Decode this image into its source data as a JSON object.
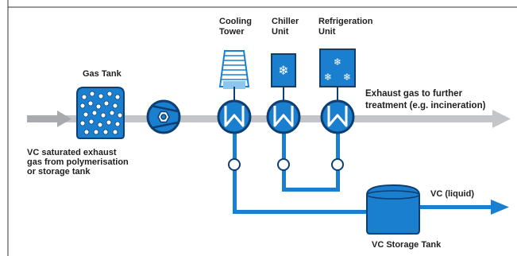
{
  "labels": {
    "gas_tank": "Gas Tank",
    "cooling_tower": "Cooling\nTower",
    "chiller_unit": "Chiller\nUnit",
    "refrigeration_unit": "Refrigeration\nUnit",
    "exhaust_gas": "Exhaust gas to further\ntreatment (e.g. incineration)",
    "vc_inlet": "VC saturated exhaust\ngas from polymerisation\nor storage tank",
    "vc_liquid": "VC (liquid)",
    "vc_storage_tank": "VC Storage Tank"
  },
  "colors": {
    "blue": "#1b7fd0",
    "dark_blue": "#0d3f73",
    "light_blue": "#8cc6ef",
    "gray_pipe": "#c3c5c8",
    "dark_gray_pipe": "#a8aaad",
    "text": "#1f1f1f"
  },
  "icons": {
    "compressor": "compressor-icon",
    "heat_exchanger": "heat-exchanger-icon",
    "snowflake": "snowflake-icon",
    "valve": "valve-icon"
  }
}
